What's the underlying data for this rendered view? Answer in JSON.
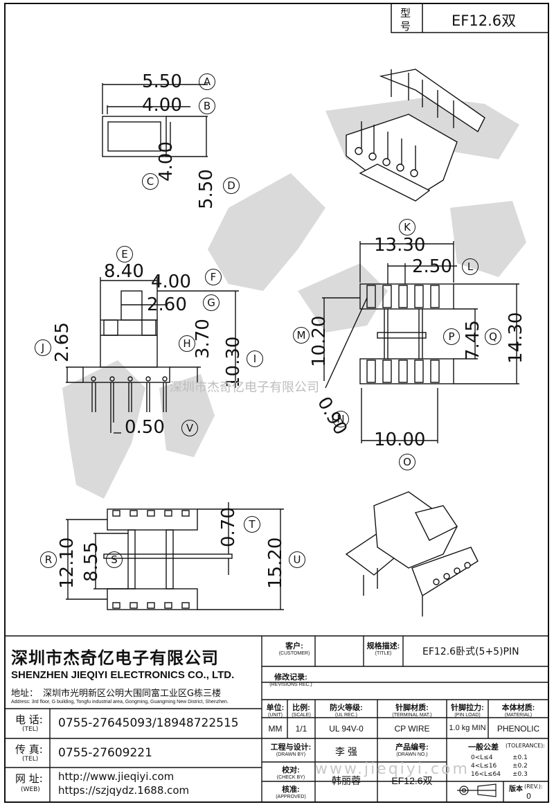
{
  "model": {
    "label_top": "型",
    "label_bottom": "号",
    "value": "EF12.6双"
  },
  "views": {
    "top_left": {
      "dims": [
        "5.50",
        "4.00",
        "4.00",
        "5.50"
      ],
      "markers": [
        "A",
        "B",
        "C",
        "D"
      ]
    },
    "front": {
      "dims": [
        "8.40",
        "4.00",
        "2.60",
        "2.65",
        "3.70",
        "10.30",
        "0.50"
      ],
      "markers": [
        "E",
        "F",
        "G",
        "J",
        "H",
        "I",
        "V"
      ]
    },
    "plan": {
      "dims": [
        "13.30",
        "2.50",
        "10.20",
        "7.45",
        "14.30",
        "0.90",
        "10.00"
      ],
      "markers": [
        "K",
        "L",
        "M",
        "P",
        "Q",
        "N",
        "O"
      ]
    },
    "bottom": {
      "dims": [
        "12.10",
        "8.55",
        "0.70",
        "15.20"
      ],
      "markers": [
        "R",
        "S",
        "T",
        "U"
      ]
    }
  },
  "watermark_center": "深圳市杰奇亿电子有限公司",
  "company": {
    "name_cn": "深圳市杰奇亿电子有限公司",
    "name_en": "SHENZHEN JIEQIYI ELECTRONICS CO., LTD.",
    "address_label": "地址：",
    "address_cn": "深圳市光明新区公明大围同富工业区G栋三楼",
    "address_en": "Address: 3rd floor, G building, Tongfu industrial area, Gongming, Guangming New District, Shenzhen.",
    "tel_label_cn": "电 话:",
    "tel_label_en": "(TEL)",
    "tel_value": "0755-27645093/18948722515",
    "fax_label_cn": "传 真:",
    "fax_label_en": "(TEL)",
    "fax_value": "0755-27609221",
    "web_label_cn": "网 址:",
    "web_label_en": "(WEB)",
    "web_value_1": "http://www.jieqiyi.com",
    "web_value_2": "https://szjqydz.1688.com"
  },
  "title_block": {
    "customer_cn": "客户:",
    "customer_en": "(CUSTOMER)",
    "spec_cn": "规格描述:",
    "spec_en": "(TITLE)",
    "spec_value": "EF12.6卧式(5+5)PIN",
    "revision_cn": "修改记录:",
    "revision_en": "(REVISIONS REC.)",
    "unit_cn": "单位:",
    "unit_en": "(UNIT)",
    "unit_value": "MM",
    "scale_cn": "比例:",
    "scale_en": "(SCALE)",
    "scale_value": "1/1",
    "ul_cn": "防火等级:",
    "ul_en": "(UL REC.)",
    "ul_value": "UL 94V-0",
    "terminal_cn": "针脚材质:",
    "terminal_en": "(TERMINAL MAT.)",
    "terminal_value": "CP WIRE",
    "pinload_cn": "针脚拉力:",
    "pinload_en": "(PIN LOAD)",
    "pinload_value": "1.0 kg MIN",
    "material_cn": "本体材质:",
    "material_en": "(MATERIAL)",
    "material_value": "PHENOLIC",
    "drawn_cn": "工程与设计:",
    "drawn_en": "(DRAWN BY)",
    "drawn_value": "李  强",
    "drawing_no_cn": "产品编号:",
    "drawing_no_en": "(DRAWN NO.)",
    "check_cn": "校对:",
    "check_en": "(CHECK BY)",
    "check_value": "韩丽蓉",
    "drawing_no_value": "EF12.6双",
    "approved_cn": "核准:",
    "approved_en": "(APPROVED)",
    "tolerance_cn": "一般公差",
    "tolerance_en": "(TOLERANCE):",
    "tol_rows": [
      {
        "range": "0<L≤4",
        "value": "±0.1"
      },
      {
        "range": "4<L≤16",
        "value": "±0.2"
      },
      {
        "range": "16<L≤64",
        "value": "±0.3"
      }
    ],
    "rev_cn": "版本",
    "rev_en": "(REV.):",
    "rev_value": "0"
  },
  "watermark_url": "www.jieqiyi.com"
}
